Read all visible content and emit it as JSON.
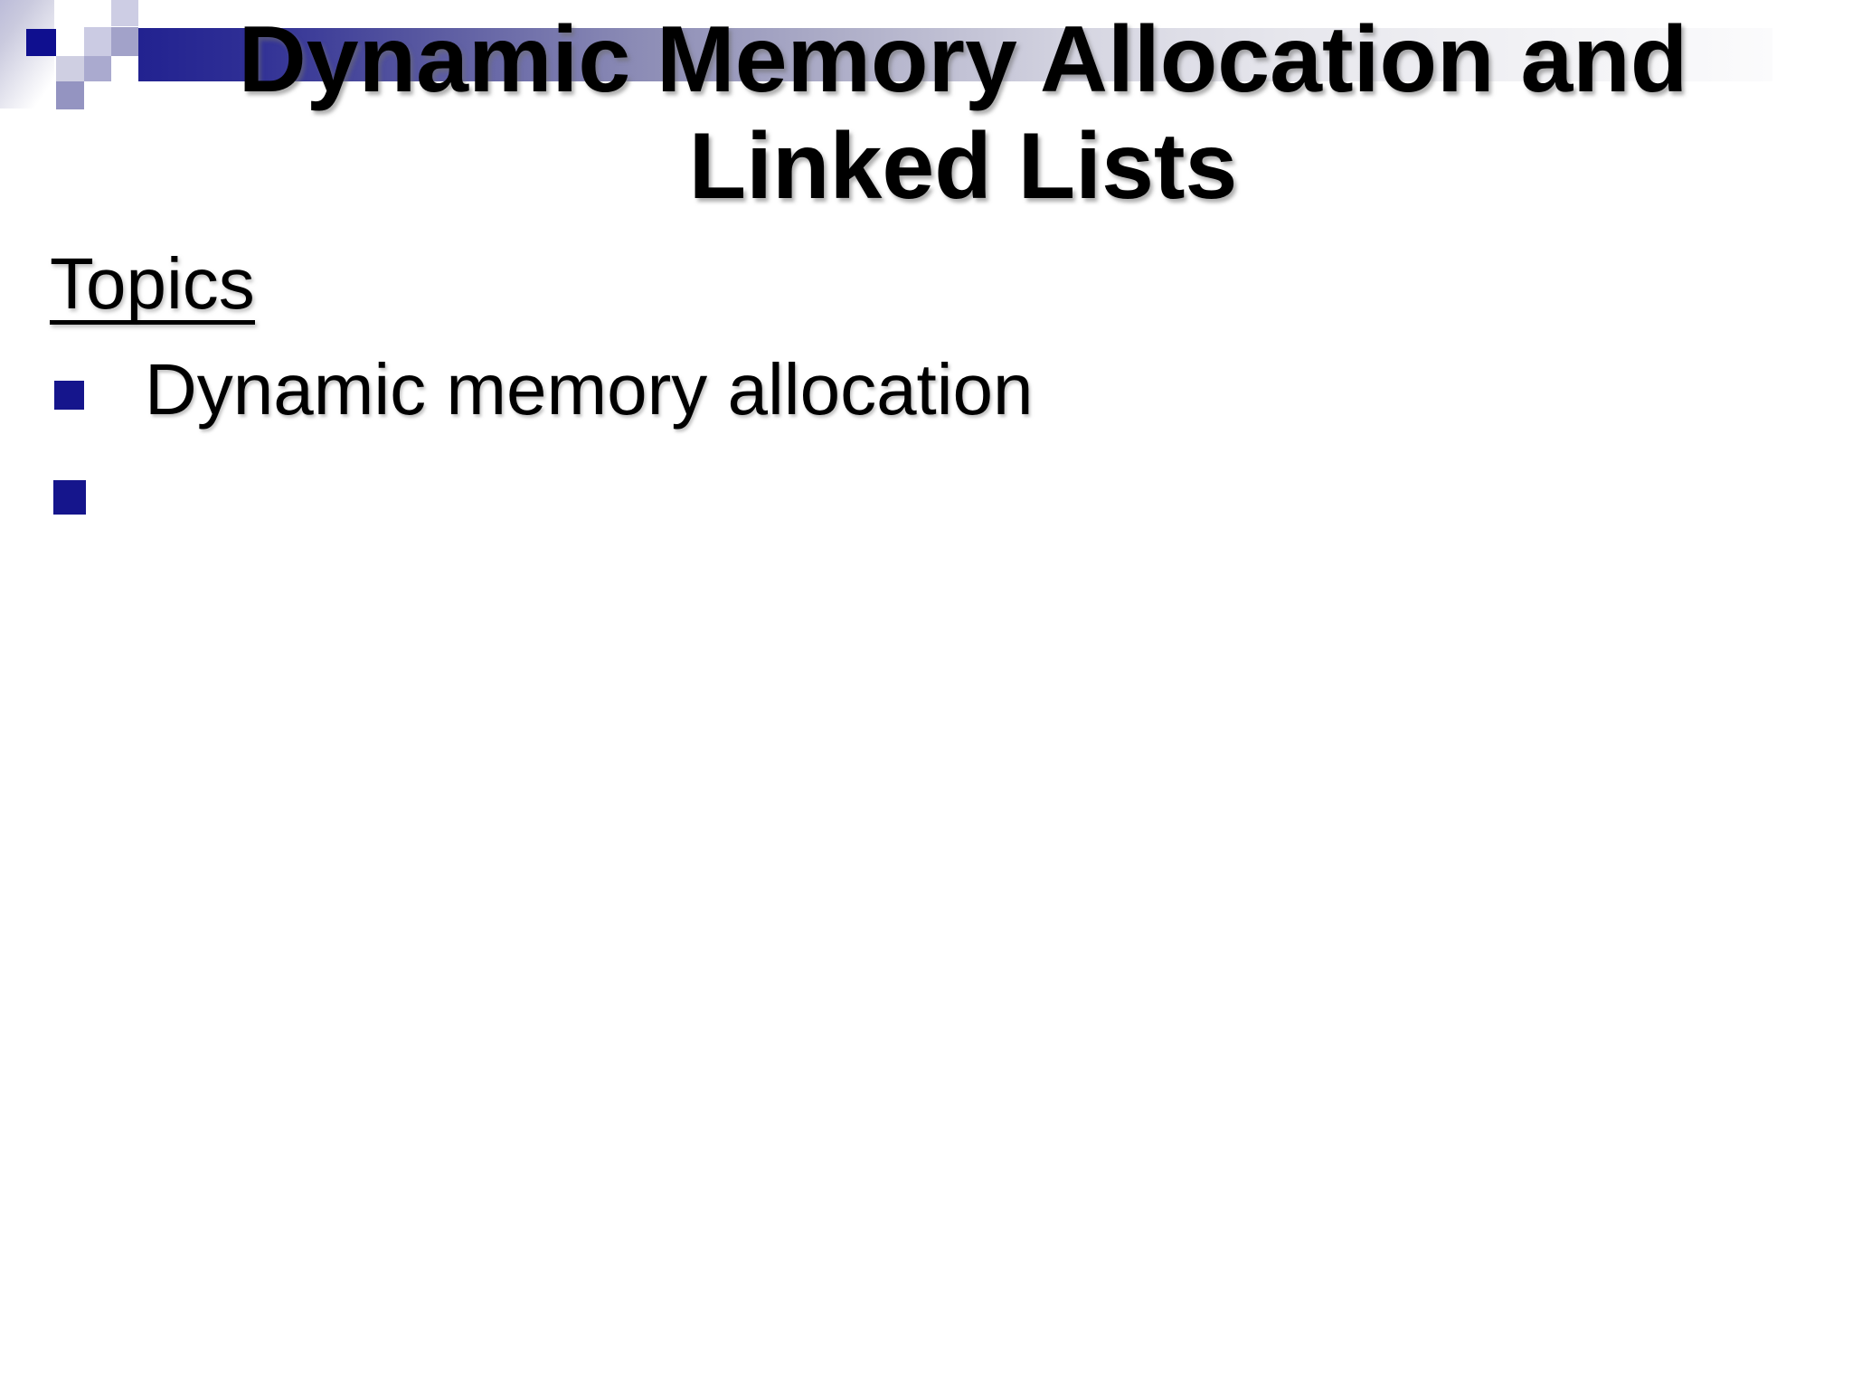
{
  "slide": {
    "title": {
      "line1": "Dynamic Memory Allocation and",
      "line2": "Linked Lists"
    },
    "topics_heading": "Topics",
    "bullets": [
      {
        "label": "Dynamic memory allocation"
      },
      {
        "label": ""
      }
    ]
  },
  "colors": {
    "background": "#ffffff",
    "text": "#000000",
    "title_bar_gradient_start": "#222290",
    "title_bar_gradient_end": "#fbfbfc",
    "corner_square_navy": "#0f0f8f",
    "bullet_square_navy": "#15158c",
    "decor_lavender_light": "#cdcde4",
    "decor_lavender_medium": "#a2a2c9",
    "decor_lavender_dark": "#9494c1"
  }
}
